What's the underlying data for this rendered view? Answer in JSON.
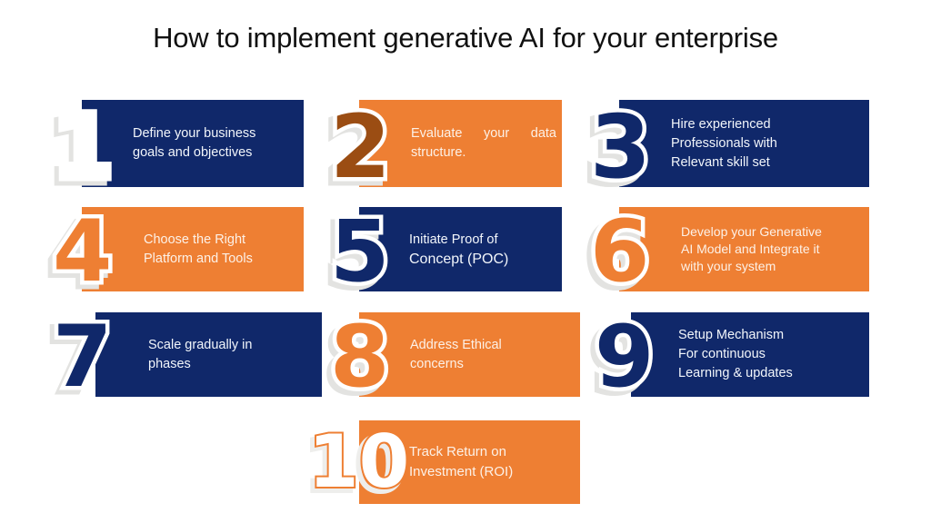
{
  "page": {
    "title": "How to implement generative AI for your enterprise",
    "background": "#ffffff",
    "colors": {
      "navy": "#10286a",
      "orange": "#ee7f33",
      "numeral_brown": "#9b4d13",
      "numeral_outline": "#ffffff",
      "numeral_shadow": "#e3e3e1",
      "title_text": "#111111",
      "card_text_on_navy": "#f2f6fb",
      "card_text_on_orange": "#fdf1e7"
    }
  },
  "steps": [
    {
      "number": "1",
      "card_color": "navy",
      "numeral_style": "white-fill-on-card",
      "lines": [
        "Define your business",
        "goals and objectives"
      ]
    },
    {
      "number": "2",
      "card_color": "orange",
      "numeral_style": "brown-fill-outside-card",
      "lines": [
        "Evaluate your data",
        "structure."
      ]
    },
    {
      "number": "3",
      "card_color": "navy",
      "numeral_style": "navy-fill-outside-card",
      "lines": [
        "Hire experienced",
        "Professionals with",
        "Relevant skill set"
      ]
    },
    {
      "number": "4",
      "card_color": "orange",
      "numeral_style": "orange-fill-outside-card",
      "lines": [
        "Choose the Right",
        "Platform and Tools"
      ]
    },
    {
      "number": "5",
      "card_color": "navy",
      "numeral_style": "navy-fill-outside-card",
      "lines": [
        "Initiate Proof of",
        "Concept  (POC)"
      ]
    },
    {
      "number": "6",
      "card_color": "orange",
      "numeral_style": "orange-fill-outside-card",
      "lines": [
        "Develop your Generative",
        "AI Model and Integrate it",
        "with your system"
      ]
    },
    {
      "number": "7",
      "card_color": "navy",
      "numeral_style": "navy-fill-outside-card",
      "lines": [
        "Scale gradually in",
        "phases"
      ]
    },
    {
      "number": "8",
      "card_color": "orange",
      "numeral_style": "orange-fill-outside-card",
      "lines": [
        "Address Ethical",
        "concerns"
      ]
    },
    {
      "number": "9",
      "card_color": "navy",
      "numeral_style": "navy-fill-outside-card",
      "lines": [
        "Setup Mechanism",
        "For continuous",
        "Learning & updates"
      ]
    },
    {
      "number": "10",
      "card_color": "orange",
      "numeral_style": "hollow-outline",
      "lines": [
        "Track Return on",
        "Investment (ROI)"
      ]
    }
  ]
}
